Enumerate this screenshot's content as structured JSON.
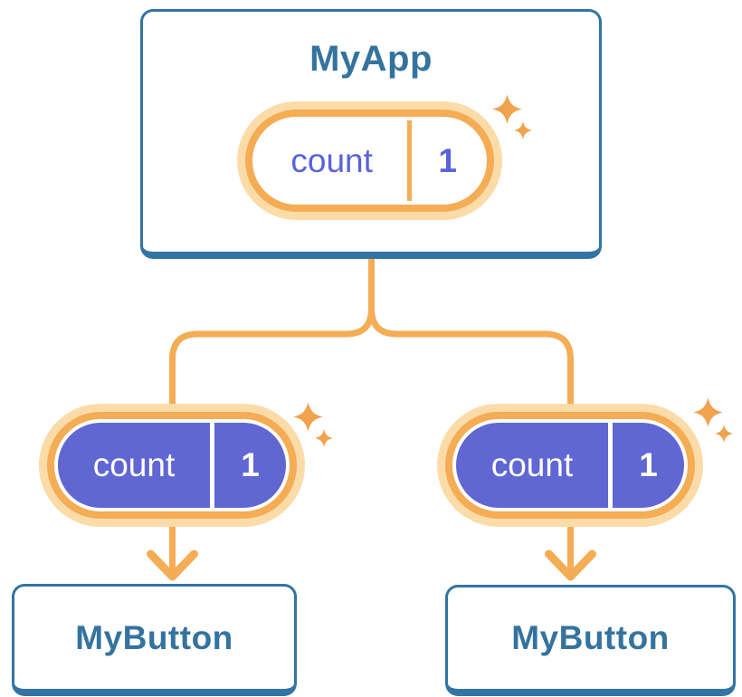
{
  "root_card": {
    "title": "MyApp",
    "state_pill": {
      "label": "count",
      "value": "1"
    }
  },
  "child_pills": {
    "left": {
      "label": "count",
      "value": "1"
    },
    "right": {
      "label": "count",
      "value": "1"
    }
  },
  "child_cards": {
    "left": {
      "title": "MyButton"
    },
    "right": {
      "title": "MyButton"
    }
  },
  "icons": {
    "sparkle": "sparkle-icon",
    "arrow": "arrow-down-icon"
  },
  "colors": {
    "background": "#FFFFFF",
    "card_background": "#FFFFFF",
    "card_border_blue": "#3274A4",
    "title_blue": "#35739F",
    "connector_orange": "#F4AC55",
    "ring_light_orange": "#FBDCA8",
    "sparkle_orange": "#F0A24C",
    "pill_purple": "#6067D3",
    "pill_text_purple": "#5A62D8",
    "pill_text_white": "#FFFFFF"
  }
}
